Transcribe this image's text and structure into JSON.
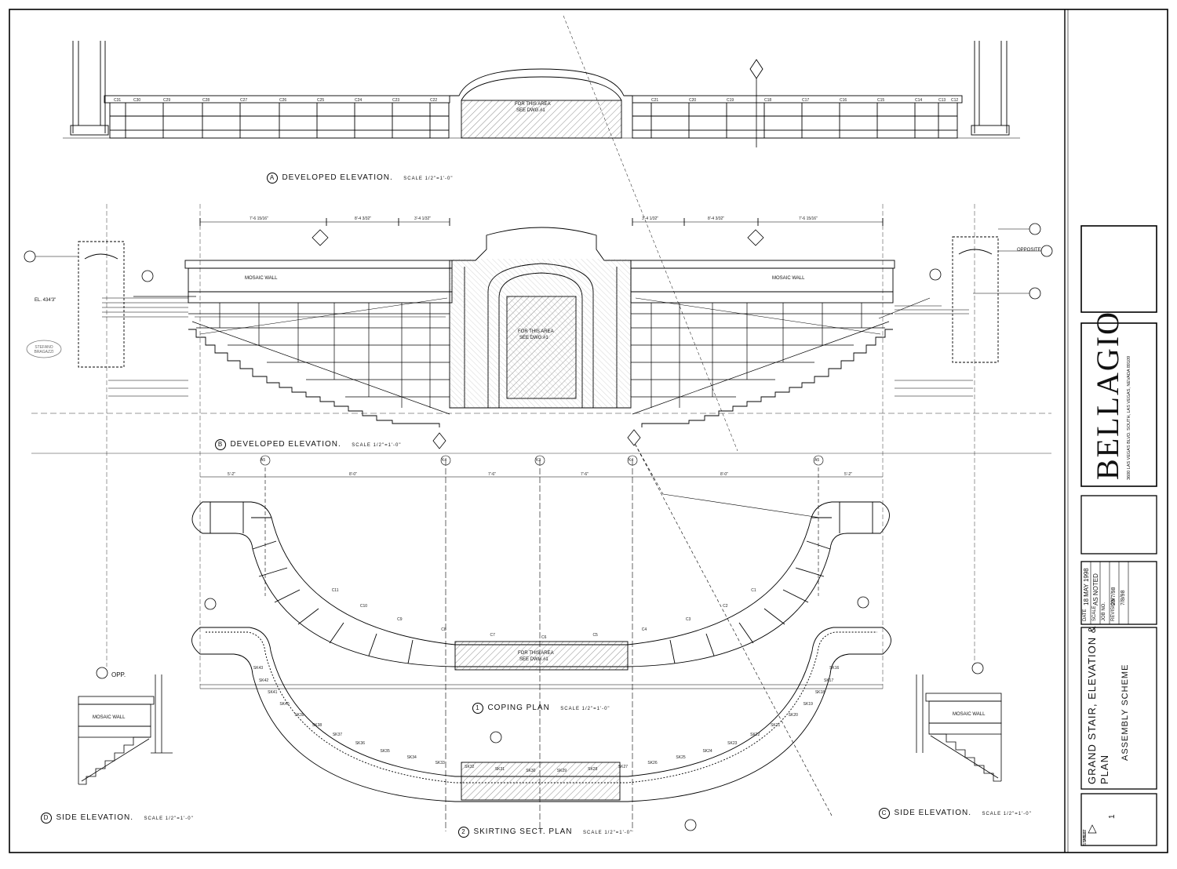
{
  "sheet": {
    "project": "BELLAGIO",
    "address": "3600 LAS VEGAS BLVD. SOUTH, LAS VEGAS, NEVADA 89109",
    "drawing_title_line1": "GRAND STAIR, ELEVATION &",
    "drawing_title_line2": "PLAN",
    "subtitle": "ASSEMBLY SCHEME",
    "date_label": "DATE",
    "date_value": "18 MAY 1998",
    "scale_label": "SCALE",
    "scale_value": "AS NOTED",
    "job_label": "JOB NO.",
    "revision_label": "REVISION",
    "revision_1": "23/7/98",
    "revision_2": "7/8/98",
    "sheet_label": "SHEET",
    "status_label": "STATUS",
    "sheet_number": "1"
  },
  "views": {
    "a": {
      "mark": "A",
      "title": "DEVELOPED ELEVATION.",
      "scale": "SCALE 1/2\"=1'-0\""
    },
    "b": {
      "mark": "B",
      "title": "DEVELOPED ELEVATION.",
      "scale": "SCALE 1/2\"=1'-0\""
    },
    "one": {
      "mark": "1",
      "title": "COPING PLAN",
      "scale": "SCALE 1/2\"=1'-0\""
    },
    "two": {
      "mark": "2",
      "title": "SKIRTING SECT. PLAN",
      "scale": "SCALE 1/2\"=1'-0\""
    },
    "d": {
      "mark": "D",
      "title": "SIDE ELEVATION.",
      "scale": "SCALE 1/2\"=1'-0\""
    },
    "c": {
      "mark": "C",
      "title": "SIDE ELEVATION.",
      "scale": "SCALE 1/2\"=1'-0\""
    }
  },
  "notes": {
    "for_this_area": "FOR THIS AREA",
    "see_dwg": "SEE DWG.#1",
    "mosaic_wall": "MOSAIC WALL",
    "opposite": "OPPOSITE",
    "opp": "OPP.",
    "el_label": "EL. 434'3\"",
    "stamp": "STEFANO BRAGAZZI"
  },
  "dims": {
    "plan": [
      "5'-2\"",
      "8'-0\"",
      "7'-6\"",
      "7'-6\"",
      "8'-0\"",
      "5'-2\""
    ],
    "elev": [
      "7'-6 15/16\"",
      "8'-4 3/32\"",
      "3'-4 1/32\"",
      "3'-4 1/32\"",
      "8'-4 3/32\"",
      "7'-6 15/16\""
    ],
    "grid": [
      "A5",
      "K4",
      "K3",
      "K4",
      "A5"
    ]
  },
  "coping_labels": [
    "C31",
    "C30",
    "C29",
    "C28",
    "C27",
    "C26",
    "C25",
    "C24",
    "C23",
    "C22",
    "C21",
    "C20",
    "C19",
    "C18",
    "C17",
    "C16",
    "C15",
    "C14",
    "C13",
    "C12",
    "C11",
    "C10",
    "C9",
    "C8",
    "C7",
    "C6",
    "C5",
    "C4",
    "C3",
    "C2",
    "C1"
  ],
  "skirting_labels": [
    "SK43",
    "SK42",
    "SK41",
    "SK40",
    "SK39",
    "SK38",
    "SK37",
    "SK36",
    "SK35",
    "SK34",
    "SK33",
    "SK32",
    "SK31",
    "SK30",
    "SK29",
    "SK28",
    "SK27",
    "SK26",
    "SK25",
    "SK24",
    "SK23",
    "SK22",
    "SK21",
    "SK20",
    "SK19",
    "SK18",
    "SK17",
    "SK16"
  ]
}
